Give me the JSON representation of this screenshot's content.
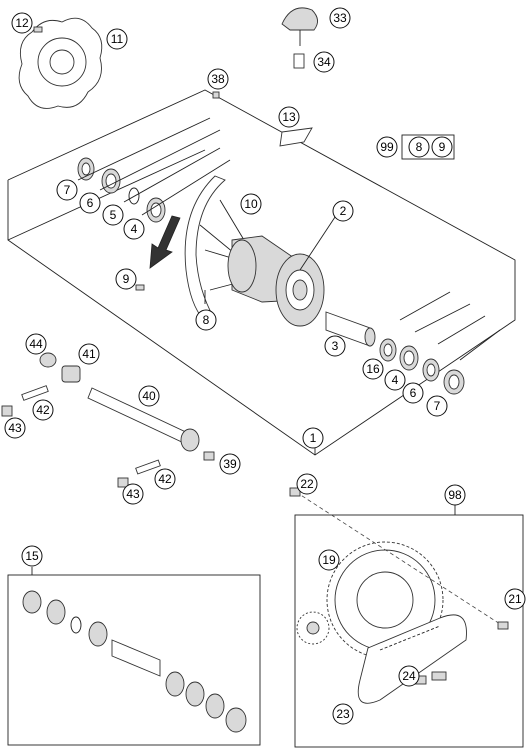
{
  "callouts": {
    "c1": "1",
    "c2": "2",
    "c3": "3",
    "c4a": "4",
    "c4b": "4",
    "c5": "5",
    "c6a": "6",
    "c6b": "6",
    "c7a": "7",
    "c7b": "7",
    "c8": "8",
    "c9": "9",
    "c10": "10",
    "c11": "11",
    "c12": "12",
    "c13": "13",
    "c15": "15",
    "c16": "16",
    "c19": "19",
    "c21": "21",
    "c22": "22",
    "c23": "23",
    "c24": "24",
    "c33": "33",
    "c34": "34",
    "c38": "38",
    "c39": "39",
    "c40": "40",
    "c41": "41",
    "c42a": "42",
    "c42b": "42",
    "c43a": "43",
    "c43b": "43",
    "c44": "44",
    "c98": "98",
    "c99": "99",
    "c99_8": "8",
    "c99_9": "9"
  },
  "icons": {
    "direction_arrow": "rotation-direction-arrow-icon"
  },
  "colors": {
    "line": "#222222",
    "part_fill": "#d9d9d9",
    "background": "#ffffff"
  }
}
